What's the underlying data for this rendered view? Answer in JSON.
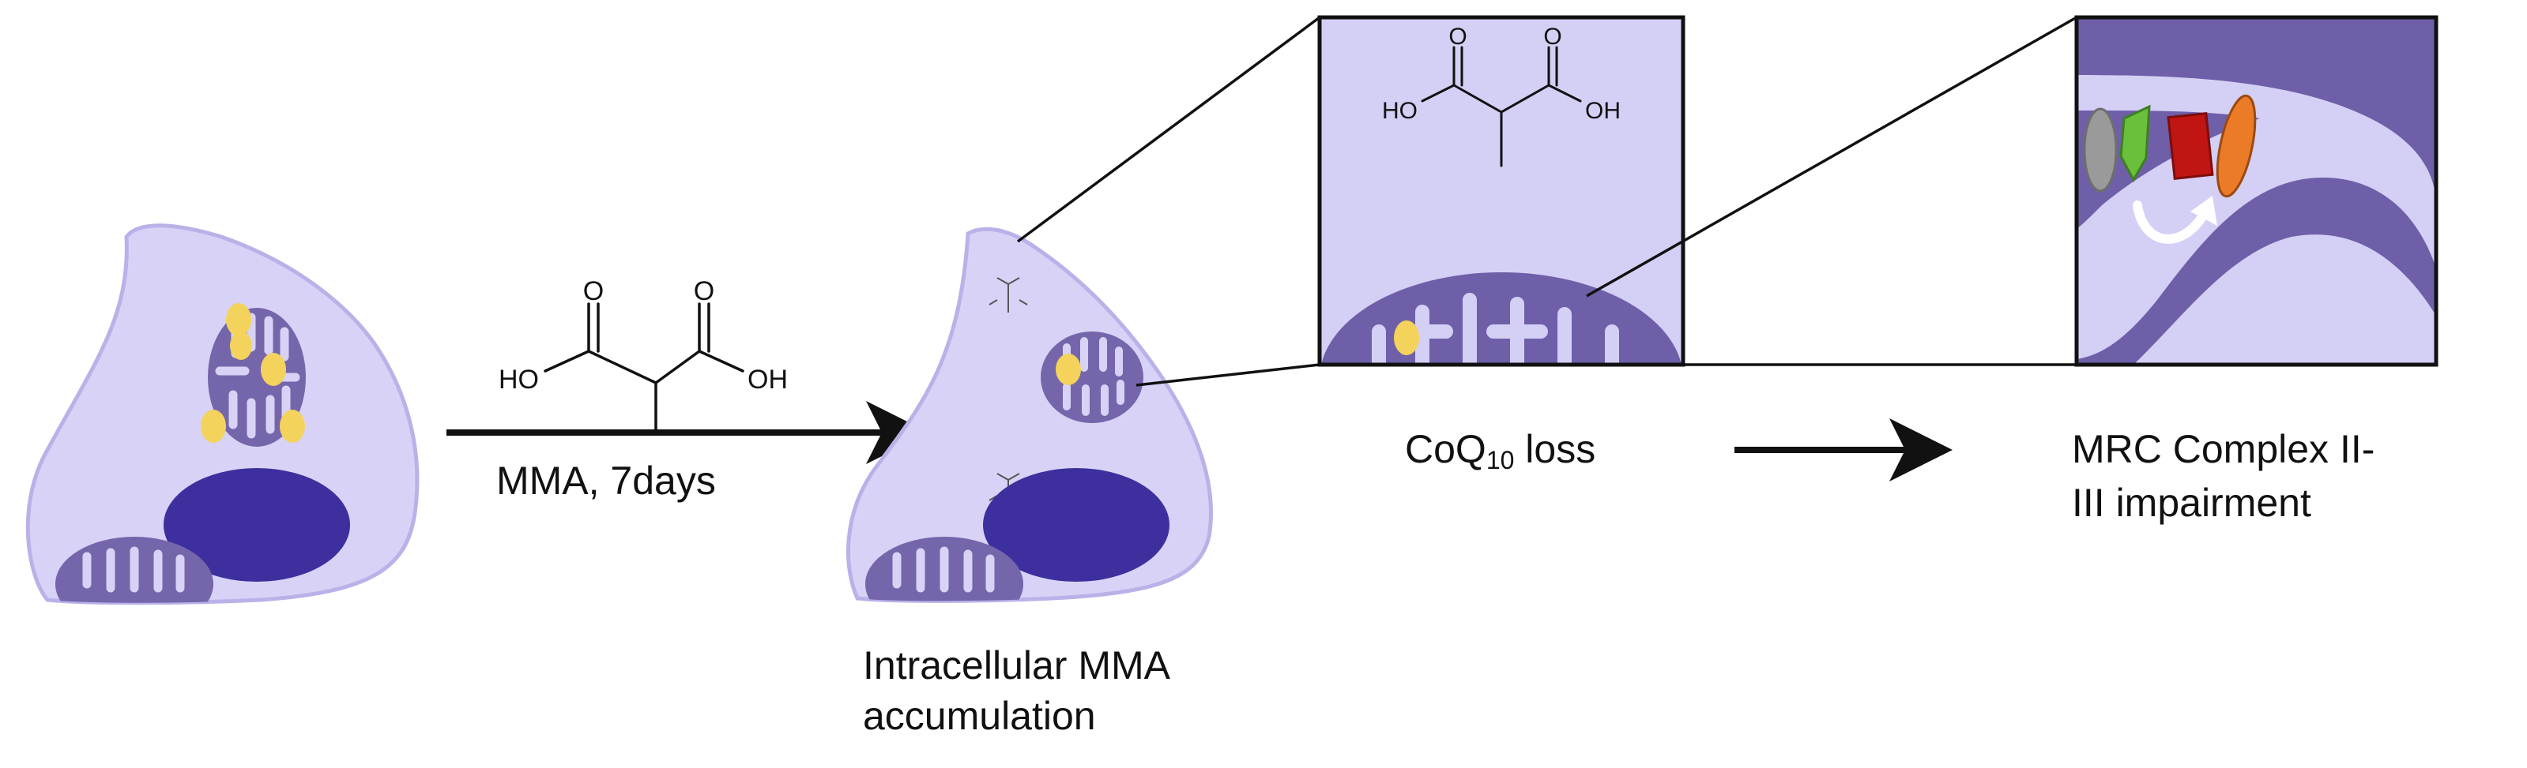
{
  "colors": {
    "cell_fill": "#d8d3f6",
    "cell_stroke": "#b9b2e8",
    "mito_fill": "#7566ab",
    "nucleus": "#3d2f9e",
    "coq10_dot": "#f3d35c",
    "box_bg": "#d4cff5",
    "membrane": "#6e5fa8",
    "protein_gray": "#9a9a9a",
    "protein_green": "#6abf3b",
    "protein_red": "#c01512",
    "protein_orange": "#ec7b27"
  },
  "treatment": {
    "label": "MMA, 7days",
    "molecule": {
      "left_group": "HO",
      "right_group": "OH",
      "top_left_atom": "O",
      "top_right_atom": "O"
    }
  },
  "zoom_mito": {
    "molecule": {
      "left_group": "HO",
      "right_group": "OH",
      "top_left_atom": "O",
      "top_right_atom": "O"
    }
  },
  "labels": {
    "accumulation_line1": "Intracellular MMA",
    "accumulation_line2": "accumulation",
    "coq10_prefix": "CoQ",
    "coq10_subscript": "10",
    "coq10_suffix": " loss",
    "mrc_line1": "MRC Complex II-",
    "mrc_line2": "III impairment"
  }
}
